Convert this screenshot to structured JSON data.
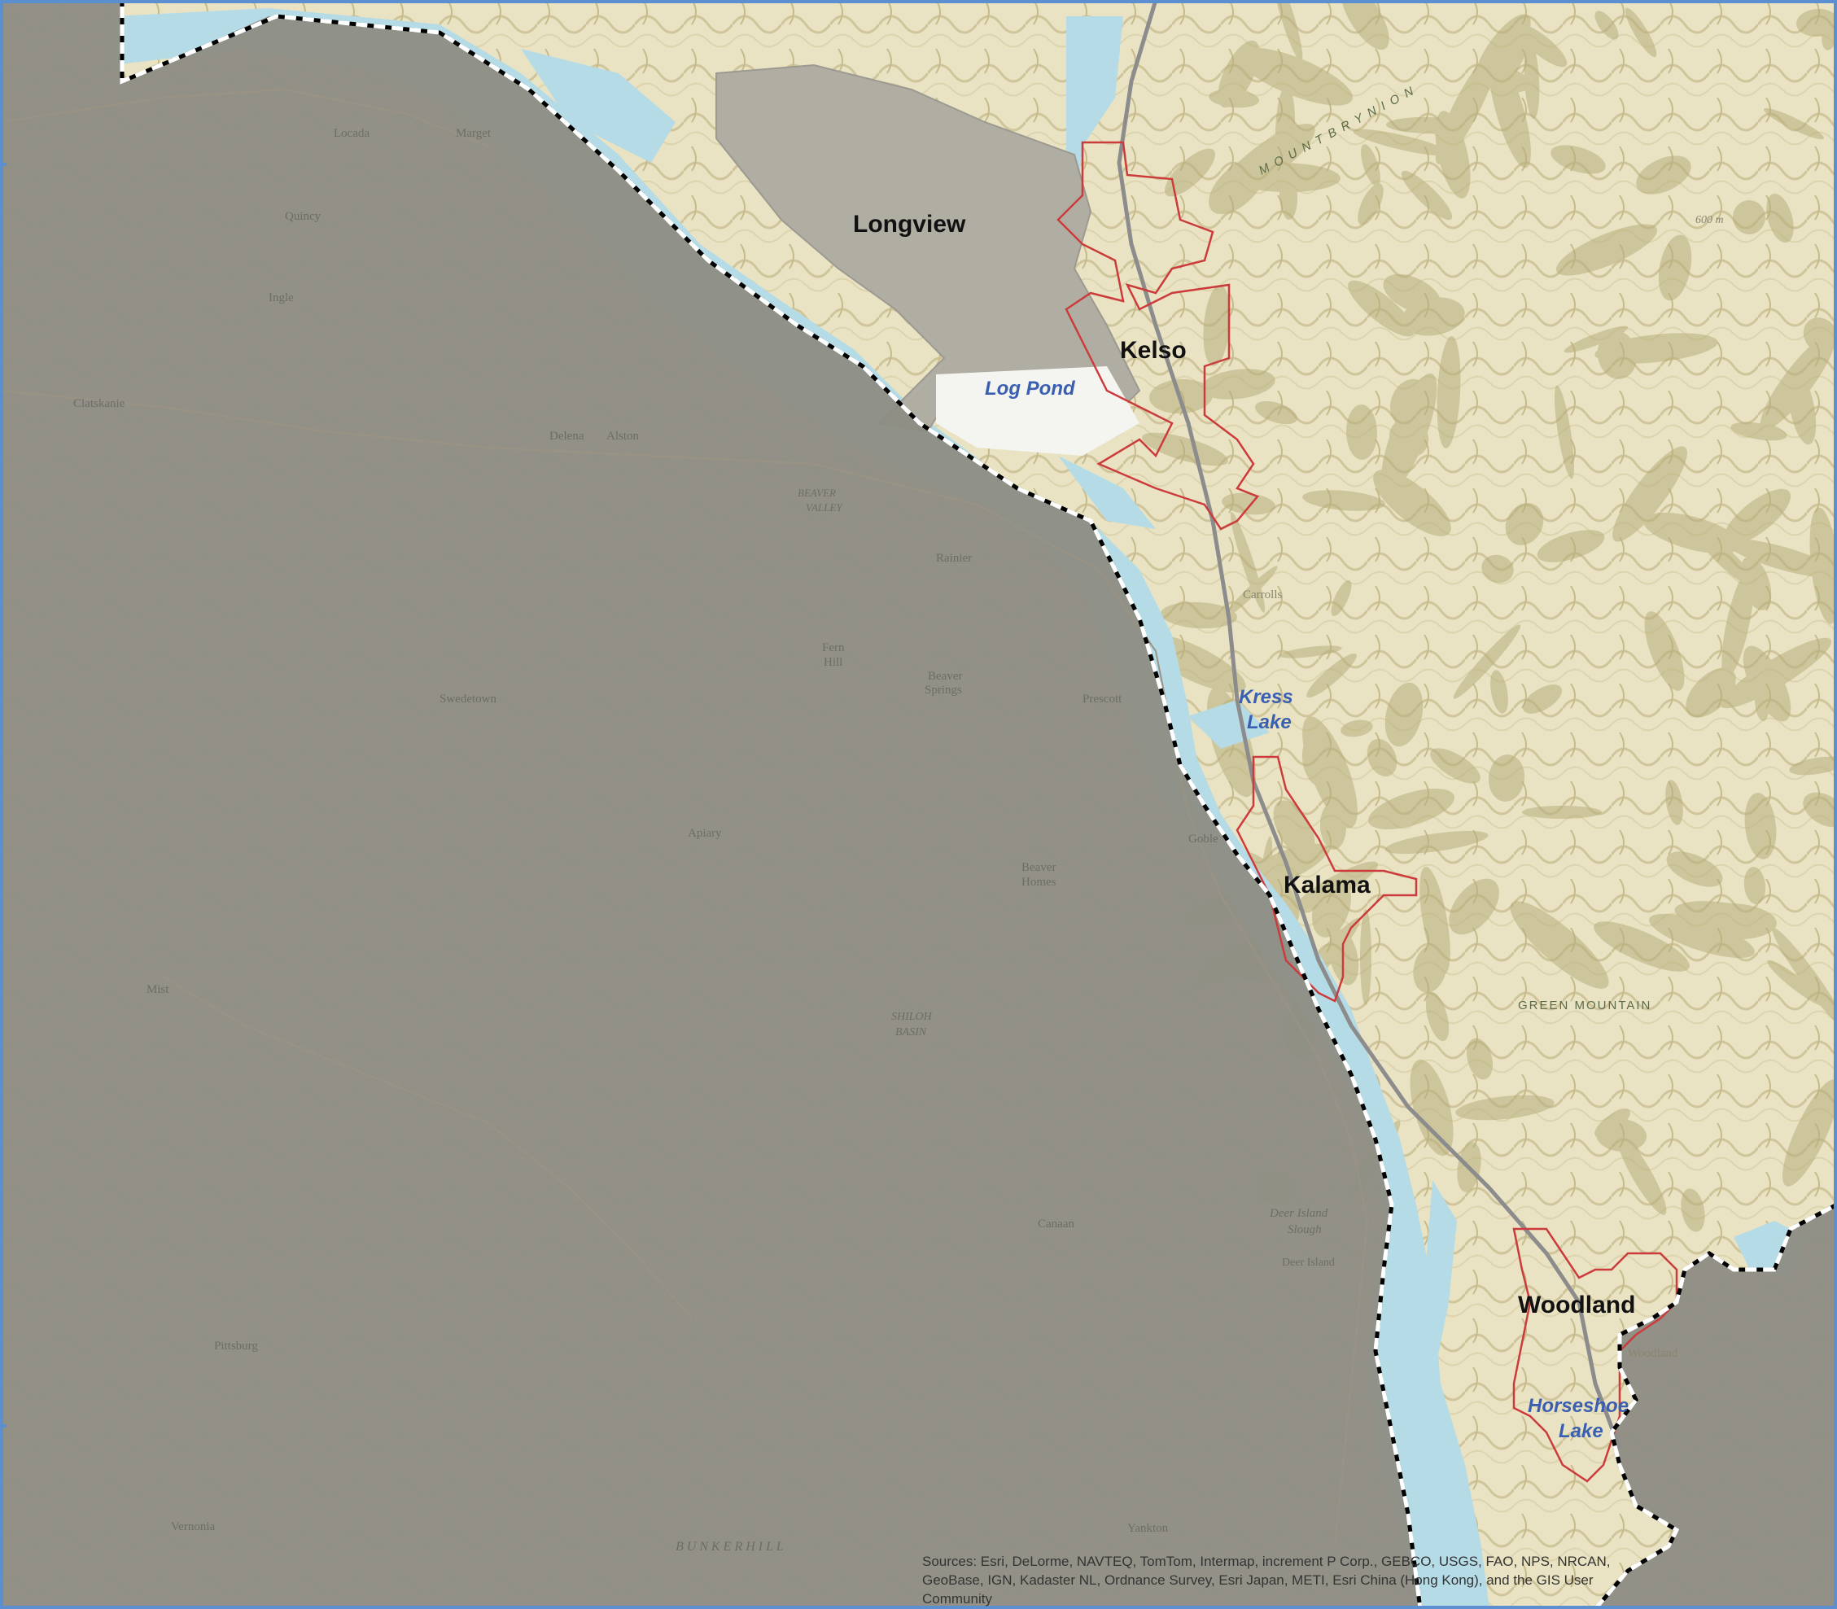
{
  "colors": {
    "land": "#ece6c8",
    "terrain_shade": "#b7ad7a",
    "outside_mask": "#8f8e84",
    "water": "#b5dbe6",
    "urban": "#b0aea3",
    "city_limits": "#cc3b3b",
    "boundary": "#000000",
    "frame": "#5b8fd0",
    "water_label": "#3a5fb0"
  },
  "cities": {
    "longview": "Longview",
    "kelso": "Kelso",
    "kalama": "Kalama",
    "woodland": "Woodland"
  },
  "water_labels": {
    "log_pond": "Log Pond",
    "kress_line1": "Kress",
    "kress_line2": "Lake",
    "horseshoe_line1": "Horseshoe",
    "horseshoe_line2": "Lake"
  },
  "places": {
    "locada": "Locada",
    "marget": "Marget",
    "quincy": "Quincy",
    "ingle": "Ingle",
    "clatskanie": "Clatskanie",
    "delena": "Delena",
    "alston": "Alston",
    "beaver_valley_1": "BEAVER",
    "beaver_valley_2": "VALLEY",
    "rainier": "Rainier",
    "fern_hill_1": "Fern",
    "fern_hill_2": "Hill",
    "beaver_springs_1": "Beaver",
    "beaver_springs_2": "Springs",
    "swedetown": "Swedetown",
    "prescott": "Prescott",
    "apiary": "Apiary",
    "beaver_homes_1": "Beaver",
    "beaver_homes_2": "Homes",
    "goble": "Goble",
    "carrolls": "Carrolls",
    "mist": "Mist",
    "shiloh_basin_1": "SHILOH",
    "shiloh_basin_2": "BASIN",
    "canaan": "Canaan",
    "deer_island_slough_1": "Deer Island",
    "deer_island_slough_2": "Slough",
    "deer_island": "Deer Island",
    "pittsburg": "Pittsburg",
    "bunker_hill": "B U N K E R   H I L L",
    "vernonia": "Vernonia",
    "yankton": "Yankton",
    "green_mountain": "GREEN MOUNTAIN",
    "mount_brynion": "M O U N T   B R Y N I O N",
    "woodland_small": "Woodland",
    "elevation": "600 m"
  },
  "attribution": {
    "line1": "Sources: Esri, DeLorme, NAVTEQ, TomTom, Intermap, increment P Corp., GEBCO, USGS, FAO, NPS, NRCAN,",
    "line2": "GeoBase, IGN, Kadaster NL, Ordnance Survey, Esri Japan, METI, Esri China (Hong Kong), and the GIS User",
    "line3": "Community"
  }
}
